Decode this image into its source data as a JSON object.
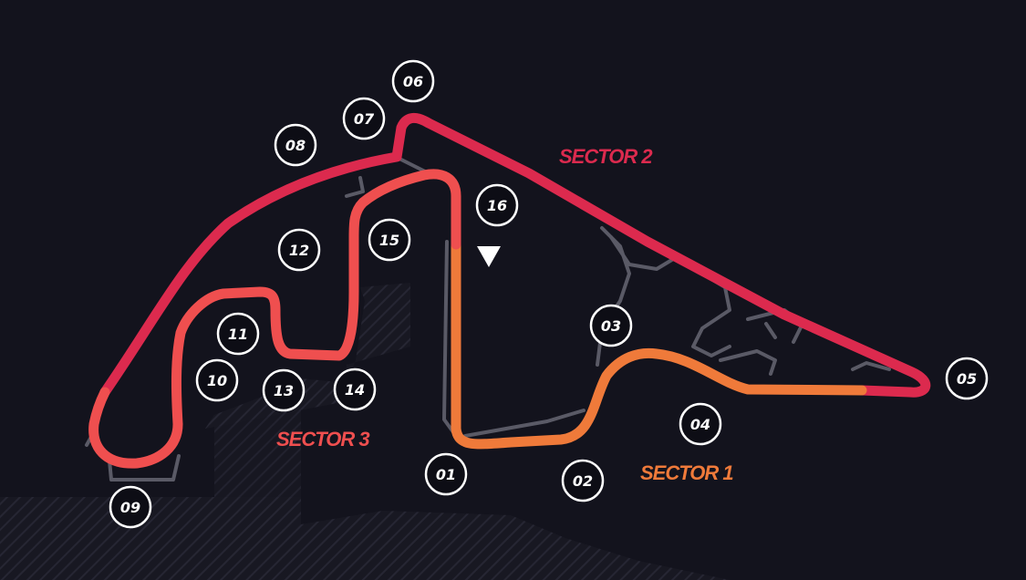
{
  "colors": {
    "background": "#13131d",
    "sector1": "#ef7a3a",
    "sector2": "#dc2a4e",
    "sector3": "#ef4f4f",
    "turn_marker": "#ffffff"
  },
  "sectors": {
    "s1": "SECTOR 1",
    "s2": "SECTOR 2",
    "s3": "SECTOR 3"
  },
  "turns": [
    "01",
    "02",
    "03",
    "04",
    "05",
    "06",
    "07",
    "08",
    "09",
    "10",
    "11",
    "12",
    "13",
    "14",
    "15",
    "16"
  ],
  "start_marker_icon": "start-direction-triangle"
}
